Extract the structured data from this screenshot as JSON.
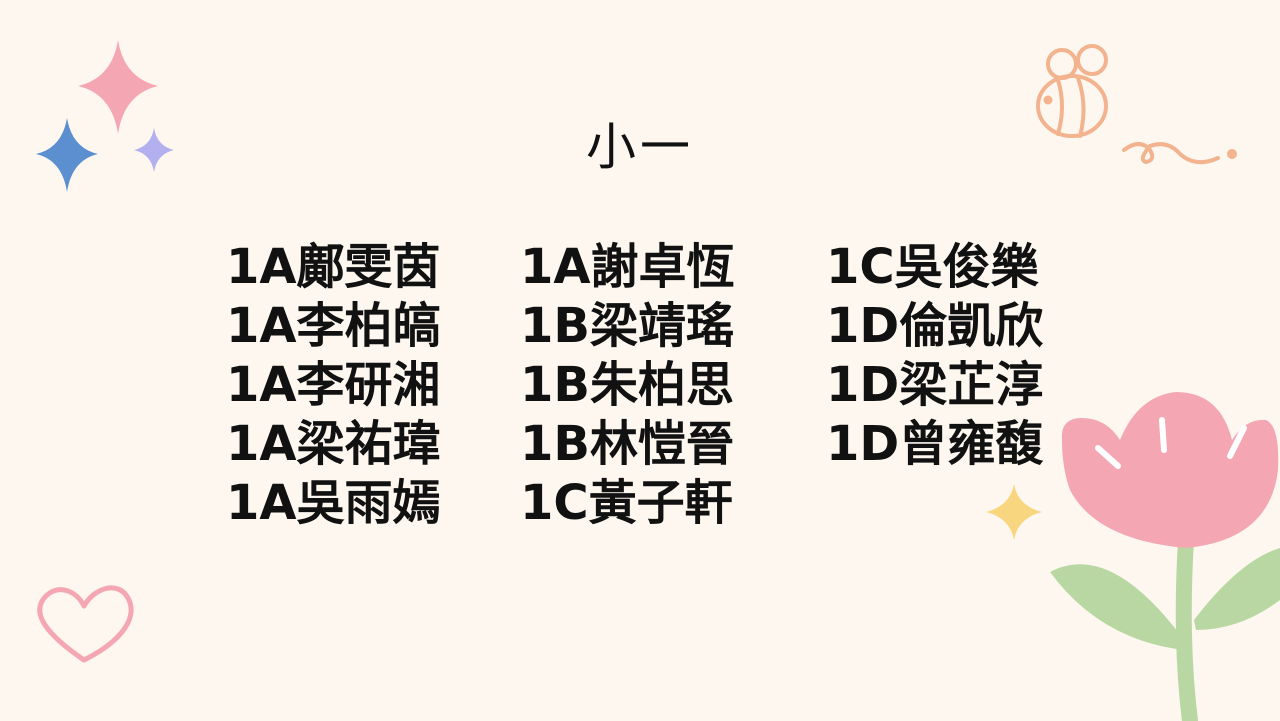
{
  "slide": {
    "title": "小一",
    "columns": [
      {
        "names": [
          "1A鄺雯茵",
          "1A李柏皜",
          "1A李研湘",
          "1A梁祐瑋",
          "1A吳雨嫣"
        ]
      },
      {
        "names": [
          "1A謝卓恆",
          "1B梁靖瑤",
          "1B朱柏思",
          "1B林愷晉",
          "1C黃子軒"
        ]
      },
      {
        "names": [
          "1C吳俊樂",
          "1D倫凱欣",
          "1D梁芷淳",
          "1D曾雍馥"
        ]
      }
    ]
  },
  "decorations": {
    "icons": [
      "pink-sparkle-icon",
      "blue-sparkle-icon",
      "purple-sparkle-icon",
      "bee-icon",
      "heart-icon",
      "yellow-sparkle-icon",
      "tulip-flower-icon"
    ],
    "colors": {
      "background": "#fdf7ef",
      "pink": "#f4a7b3",
      "blue": "#5b8fd0",
      "purple": "#b3b0f0",
      "orange_line": "#f2b38e",
      "yellow": "#f8d680",
      "leaf_green": "#b9d7a2",
      "text": "#111111"
    }
  }
}
